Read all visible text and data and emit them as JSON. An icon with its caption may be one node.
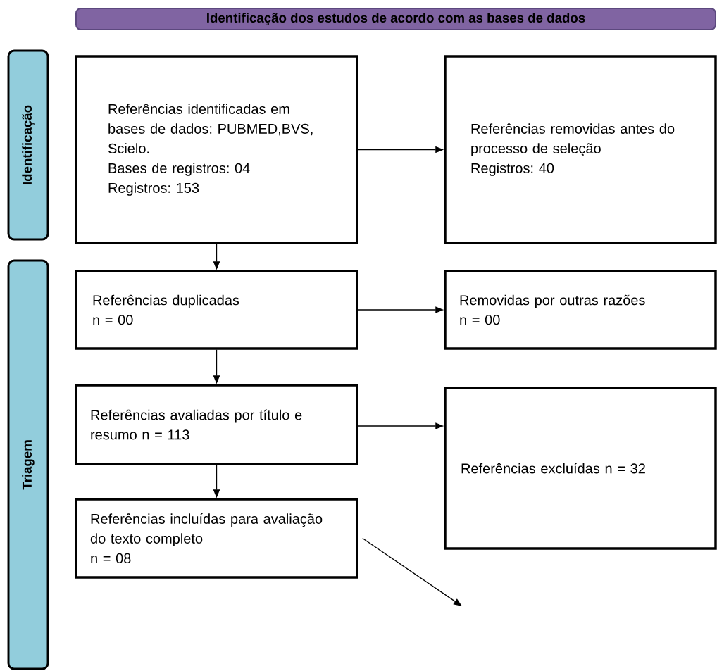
{
  "diagram": {
    "nodes": [
      {
        "text": [
          "Identificação dos estudos de acordo com as bases de dados"
        ]
      },
      {
        "text": [
          "Identificação"
        ]
      },
      {
        "text": [
          "Referências identificadas em bases de dados: PUBMED,BVS, Scielo.",
          "Bases de registros: 04",
          "Registros: 153"
        ]
      },
      {
        "text": [
          "Referências removidas antes do processo de seleção",
          "Registros: 40"
        ]
      },
      {
        "text": [
          "Triagem"
        ]
      },
      {
        "text": [
          "Referências duplicadas",
          "n = 00"
        ]
      },
      {
        "text": [
          "Removidas por outras razões",
          "n = 00"
        ]
      },
      {
        "text": [
          "Referências avaliadas por título e resumo n = 113"
        ]
      },
      {
        "text": [
          "Referências excluídas n = 32"
        ]
      },
      {
        "text": [
          "Referências incluídas para avaliação do texto completo",
          "n = 08"
        ]
      }
    ],
    "edges": [
      {
        "from": 2,
        "to": 3,
        "arrow": "to"
      },
      {
        "from": 2,
        "to": 5,
        "arrow": "to"
      },
      {
        "from": 5,
        "to": 6,
        "arrow": "to"
      },
      {
        "from": 5,
        "to": 7,
        "arrow": "to"
      },
      {
        "from": 7,
        "to": 8,
        "arrow": "to"
      },
      {
        "from": 7,
        "to": 9,
        "arrow": "to"
      },
      {
        "from": 9,
        "to": null,
        "arrow": "to"
      }
    ]
  }
}
